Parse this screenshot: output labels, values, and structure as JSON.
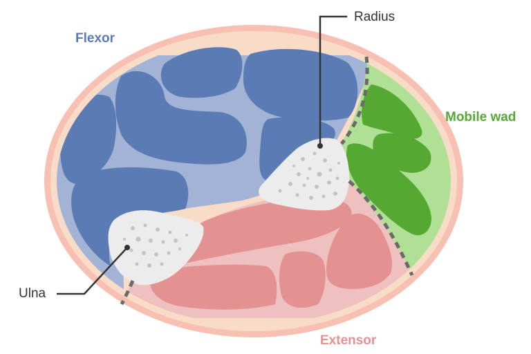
{
  "labels": {
    "flexor": "Flexor",
    "mobile_wad": "Mobile wad",
    "extensor": "Extensor",
    "radius": "Radius",
    "ulna": "Ulna"
  },
  "colors": {
    "skin": "#f7c0b2",
    "fat": "#f8dcc7",
    "flexor_fascia": "#a3b3d6",
    "flexor_muscle": "#5b7bb5",
    "mobile_wad_fascia": "#afe095",
    "mobile_wad_muscle": "#55a832",
    "extensor_fascia": "#eec0bf",
    "extensor_muscle": "#e39191",
    "bone": "#ececec",
    "bone_dots": "#c3c3c3",
    "septum": "#6a6a6a",
    "leader": "#333333",
    "flexor_text": "#5b7bb5",
    "mobile_wad_text": "#55a832",
    "extensor_text": "#e39191"
  }
}
